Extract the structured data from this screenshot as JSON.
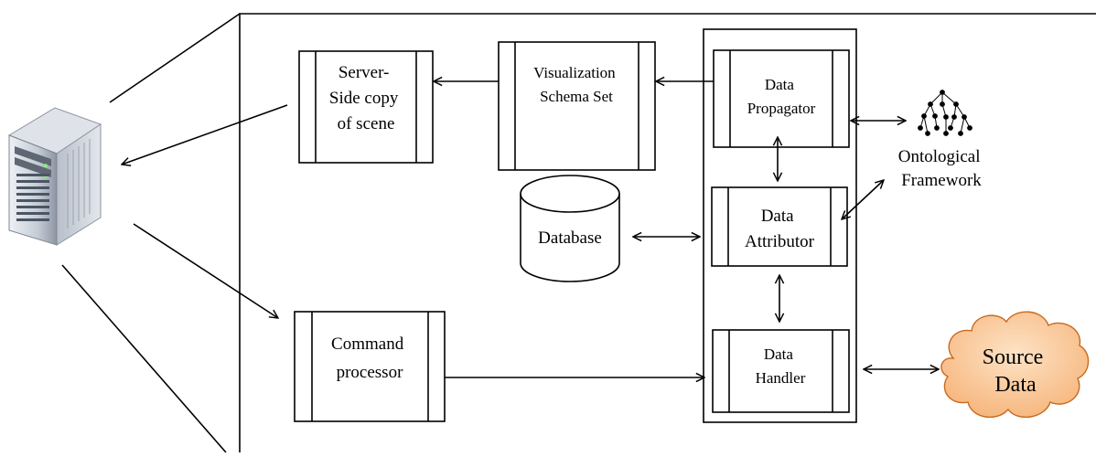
{
  "diagram": {
    "server_image_label": "server",
    "components": {
      "server_side_copy": [
        "Server-",
        "Side copy",
        "of scene"
      ],
      "visualization_schema_set": [
        "Visualization",
        "Schema Set"
      ],
      "data_propagator": [
        "Data",
        "Propagator"
      ],
      "data_attributor": [
        "Data",
        "Attributor"
      ],
      "data_handler": [
        "Data",
        "Handler"
      ],
      "command_processor": [
        "Command",
        "processor"
      ],
      "database": "Database",
      "ontological_framework": [
        "Ontological",
        "Framework"
      ],
      "source_data": [
        "Source",
        "Data"
      ]
    },
    "colors": {
      "line": "#000000",
      "cloud_fill": "#f9c08e",
      "cloud_stroke": "#c86a1e",
      "server_body": "#c9ced6",
      "server_dark": "#4b5563"
    }
  }
}
